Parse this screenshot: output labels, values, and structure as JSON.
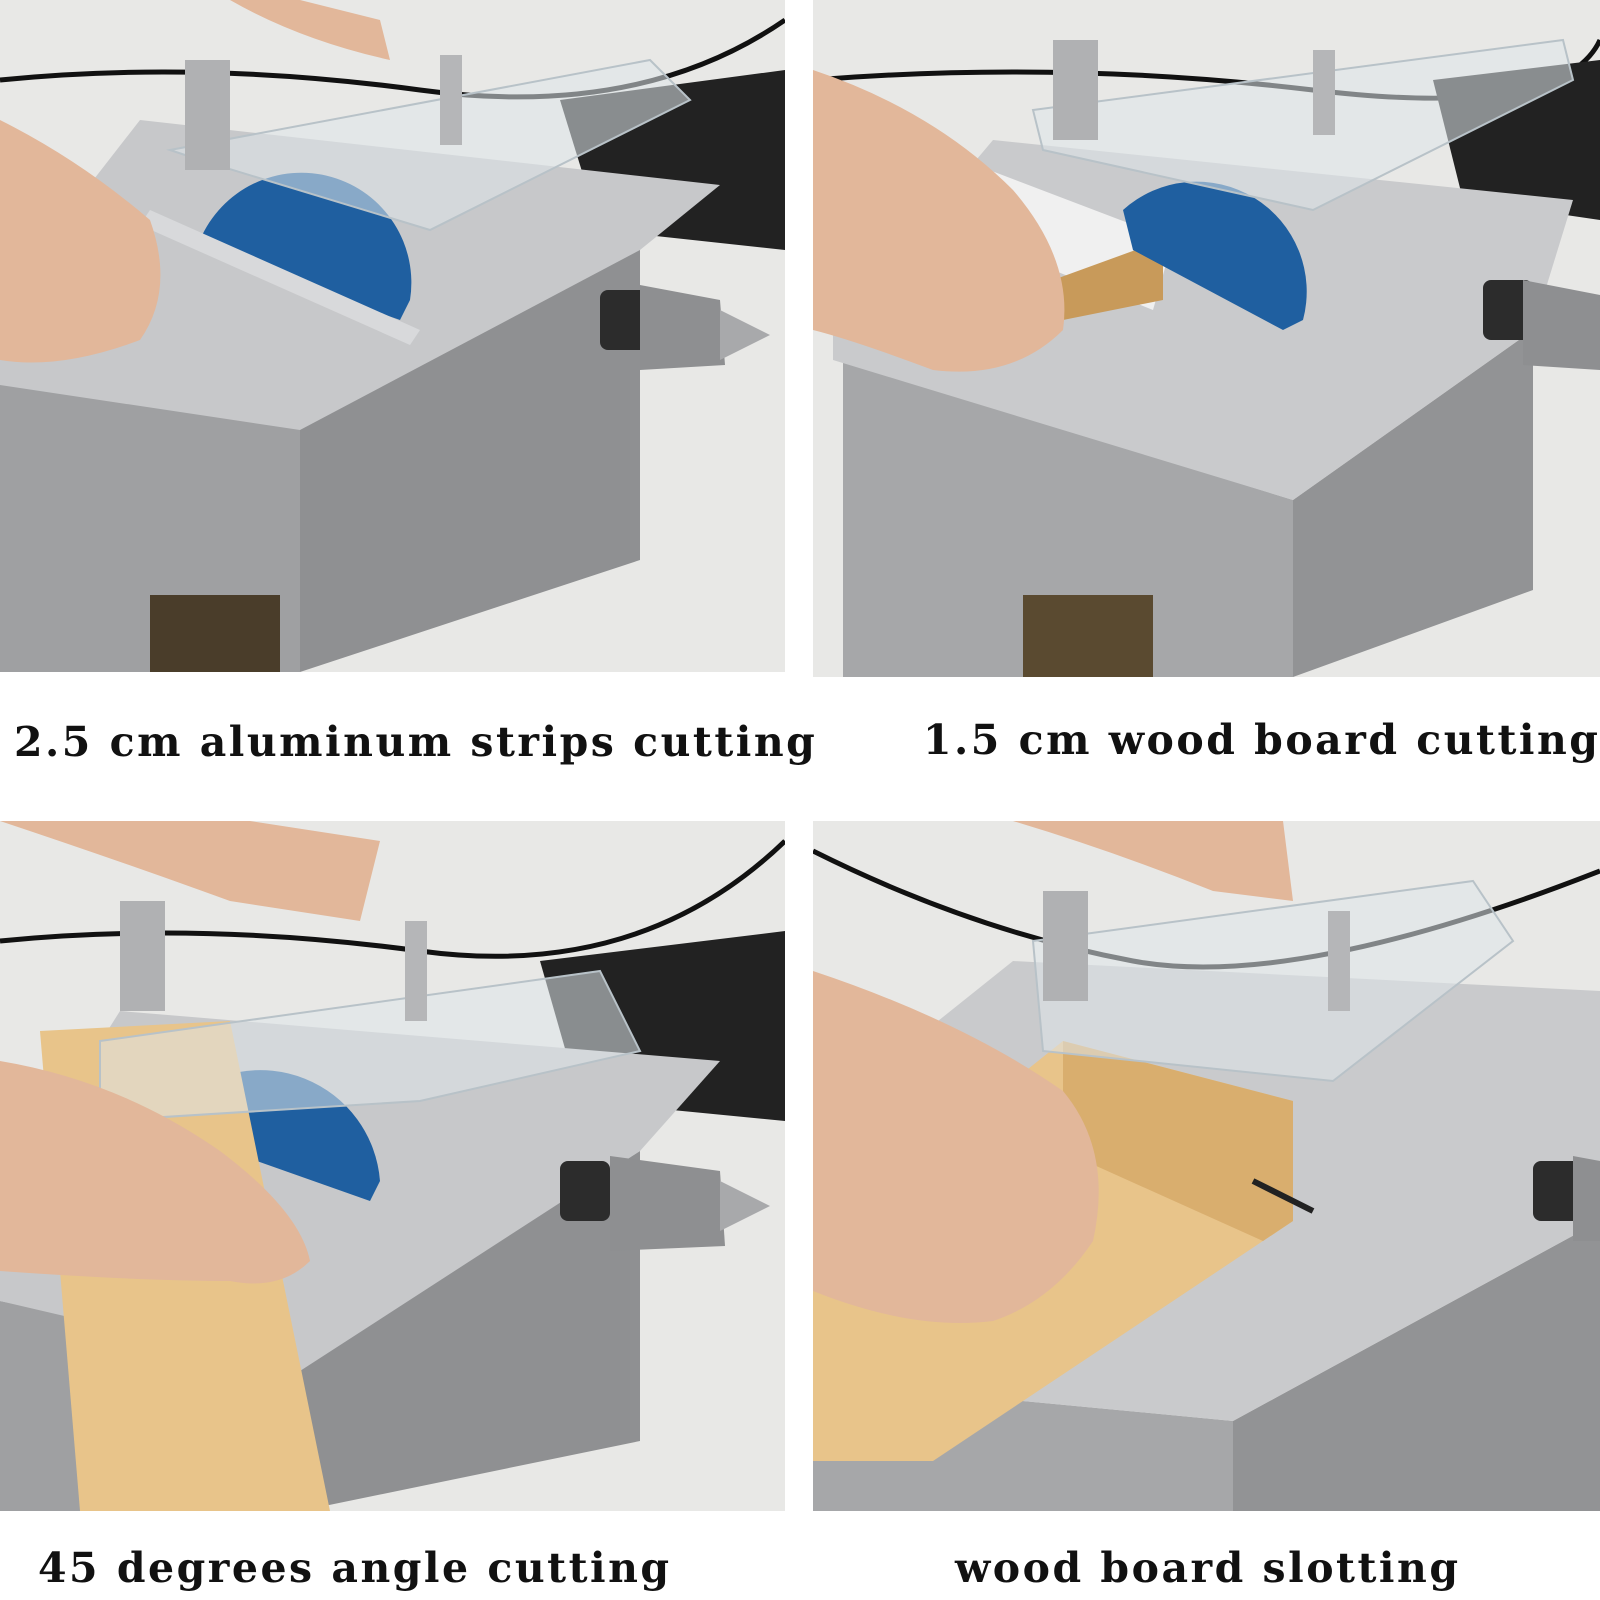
{
  "panels": [
    {
      "caption": "2.5 cm aluminum strips cutting",
      "workpiece": "aluminum strip"
    },
    {
      "caption": "1.5 cm wood  board cutting",
      "workpiece": "wood board"
    },
    {
      "caption": "45 degrees angle cutting",
      "workpiece": "wood board at 45 degrees"
    },
    {
      "caption": "wood board slotting",
      "workpiece": "wood block"
    }
  ],
  "colors": {
    "background": "#ffffff",
    "floor": "#e9e9e7",
    "saw_body": "#a9aaab",
    "table_top": "#c9cacc",
    "blade": "#1f5fa0",
    "wood": "#e8c48a",
    "skin": "#e2b79a",
    "caption_text": "#111111"
  }
}
